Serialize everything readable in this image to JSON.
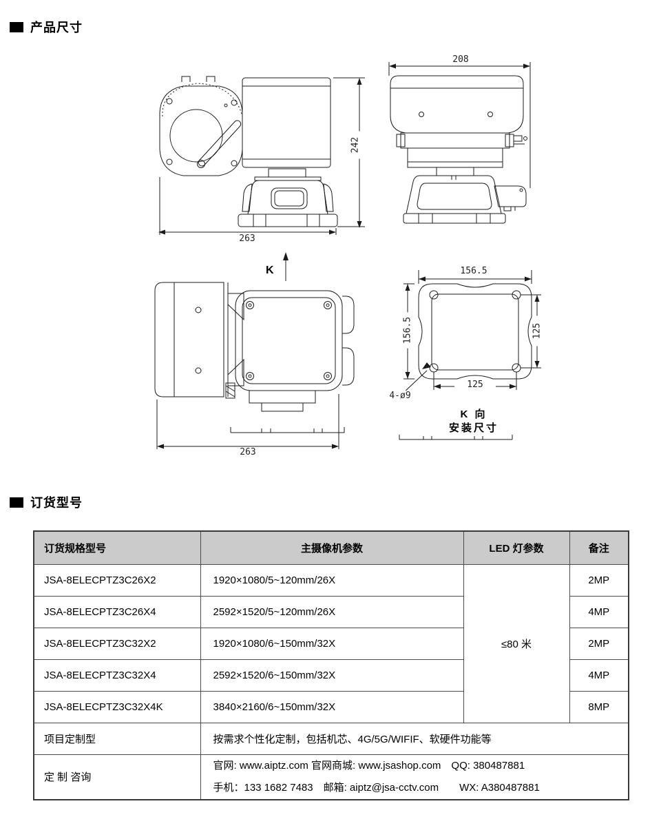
{
  "sections": {
    "dimensions_title": "产品尺寸",
    "ordering_title": "订货型号"
  },
  "drawings": {
    "front_view": {
      "height": "242",
      "width": "263"
    },
    "side_view": {
      "width": "208"
    },
    "top_view": {
      "direction_label": "K",
      "width": "263"
    },
    "mount_view": {
      "outer_width": "156.5",
      "outer_height": "156.5",
      "hole_spacing_v": "125",
      "hole_spacing_h": "125",
      "holes": "4-ø9",
      "caption_line1": "K 向",
      "caption_line2": "安装尺寸"
    }
  },
  "table": {
    "headers": [
      "订货规格型号",
      "主摄像机参数",
      "LED 灯参数",
      "备注"
    ],
    "rows": [
      {
        "model": "JSA-8ELECPTZ3C26X2",
        "camera": "1920×1080/5~120mm/26X",
        "note": "2MP"
      },
      {
        "model": "JSA-8ELECPTZ3C26X4",
        "camera": "2592×1520/5~120mm/26X",
        "note": "4MP"
      },
      {
        "model": "JSA-8ELECPTZ3C32X2",
        "camera": "1920×1080/6~150mm/32X",
        "note": "2MP"
      },
      {
        "model": "JSA-8ELECPTZ3C32X4",
        "camera": "2592×1520/6~150mm/32X",
        "note": "4MP"
      },
      {
        "model": "JSA-8ELECPTZ3C32X4K",
        "camera": "3840×2160/6~150mm/32X",
        "note": "8MP"
      }
    ],
    "led_distance": "≤80 米",
    "custom_row": {
      "label": "项目定制型",
      "value": "按需求个性化定制，包括机芯、4G/5G/WIFIF、软硬件功能等"
    },
    "contact_row": {
      "label": "定 制 咨询",
      "line1": "官网: www.aiptz.com 官网商城: www.jsashop.com　QQ: 380487881",
      "line2": "手机：133 1682 7483　邮箱: aiptz@jsa-cctv.com　　WX: A380487881"
    }
  }
}
